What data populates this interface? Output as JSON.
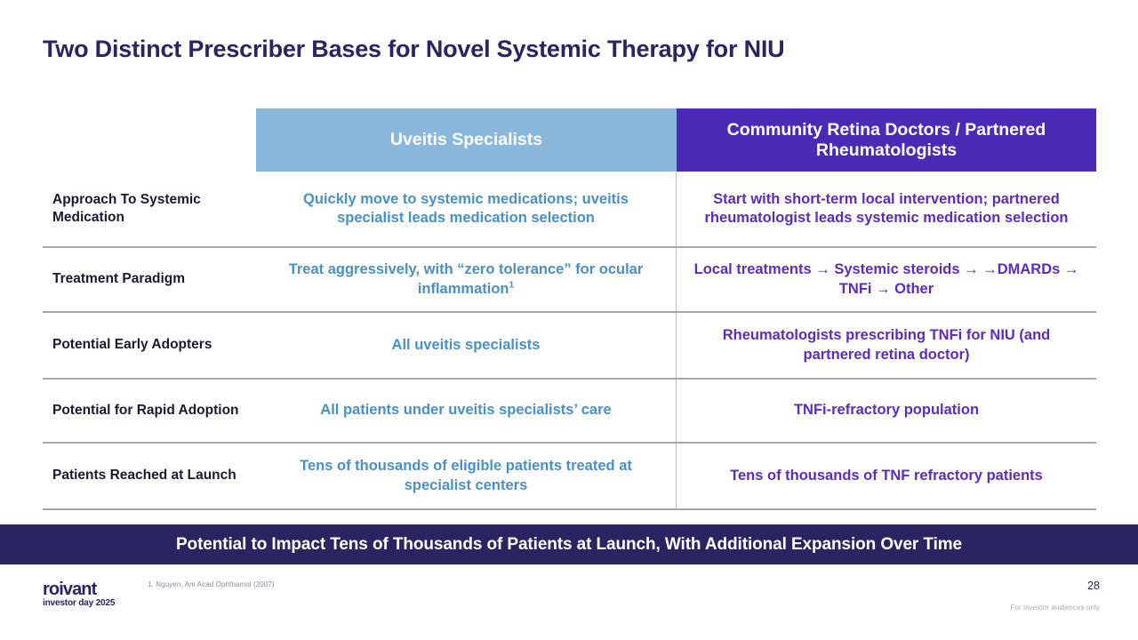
{
  "slide": {
    "title": "Two Distinct Prescriber Bases for Novel Systemic Therapy for NIU",
    "page_number": "28",
    "disclaimer": "For investor audiences only",
    "footnote": "1. Nguyen, Am Acad Ophthamol (2007)"
  },
  "colors": {
    "title_navy": "#2A2463",
    "header_blue": "#8AB8DC",
    "header_purple": "#4B2BB5",
    "body_blue_text": "#4A90C4",
    "body_purple_text": "#5B2DB8",
    "banner_navy": "#2A2463",
    "label_text": "#1A1A2E",
    "divider_gray": "#A6A6A6"
  },
  "table": {
    "headers": {
      "label_column": "",
      "uveitis": "Uveitis Specialists",
      "retina": "Community Retina Doctors / Partnered Rheumatologists"
    },
    "rows": [
      {
        "label": "Approach To Systemic Medication",
        "uveitis": "Quickly move to systemic medications; uveitis specialist leads medication selection",
        "retina": "Start with short-term local intervention; partnered rheumatologist leads systemic medication selection"
      },
      {
        "label": "Treatment Paradigm",
        "uveitis_pre": "Treat aggressively, with “zero tolerance” for ocular inflammation",
        "uveitis_sup": "1",
        "retina": "Local treatments → Systemic steroids → →DMARDs → TNFi → Other"
      },
      {
        "label": "Potential Early Adopters",
        "uveitis": "All uveitis specialists",
        "retina": "Rheumatologists prescribing TNFi for NIU (and partnered retina doctor)"
      },
      {
        "label": "Potential for Rapid Adoption",
        "uveitis": "All patients under uveitis specialists’ care",
        "retina": "TNFi-refractory population"
      },
      {
        "label": "Patients Reached at Launch",
        "uveitis": "Tens of thousands of eligible patients treated at specialist centers",
        "retina": "Tens of thousands of TNF refractory patients"
      }
    ]
  },
  "banner": {
    "text": "Potential to Impact Tens of Thousands of Patients at Launch, With Additional Expansion Over Time"
  },
  "logo": {
    "name": "roivant",
    "tagline": "investor day 2025"
  }
}
